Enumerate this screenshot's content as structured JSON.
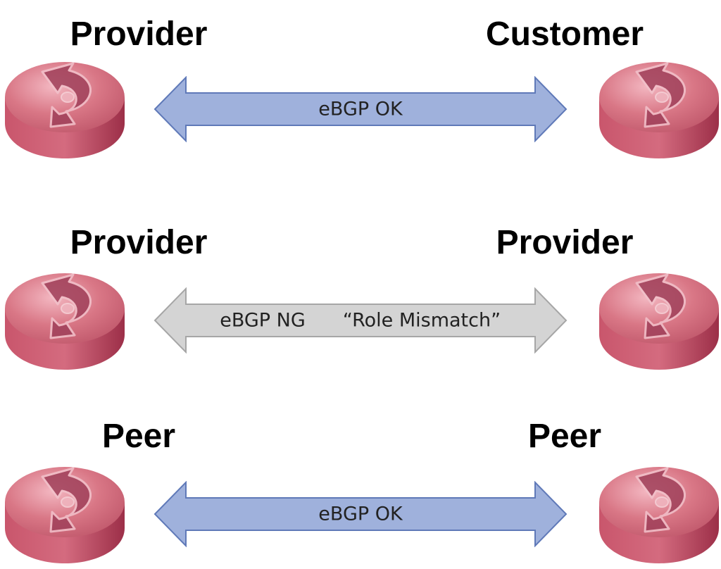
{
  "rows": [
    {
      "left_role": "Provider",
      "right_role": "Customer",
      "link_status": "eBGP OK",
      "link_note": "",
      "link_color": "#9fb1dc",
      "link_stroke": "#5f79b8"
    },
    {
      "left_role": "Provider",
      "right_role": "Provider",
      "link_status": "eBGP NG",
      "link_note": "“Role Mismatch”",
      "link_color": "#d4d4d4",
      "link_stroke": "#a6a6a6"
    },
    {
      "left_role": "Peer",
      "right_role": "Peer",
      "link_status": "eBGP OK",
      "link_note": "",
      "link_color": "#9fb1dc",
      "link_stroke": "#5f79b8"
    }
  ],
  "icons": {
    "router": "router-icon"
  },
  "colors": {
    "router_top": "#d97786",
    "router_side": "#b3415a",
    "router_symbol": "#9c3d54"
  }
}
